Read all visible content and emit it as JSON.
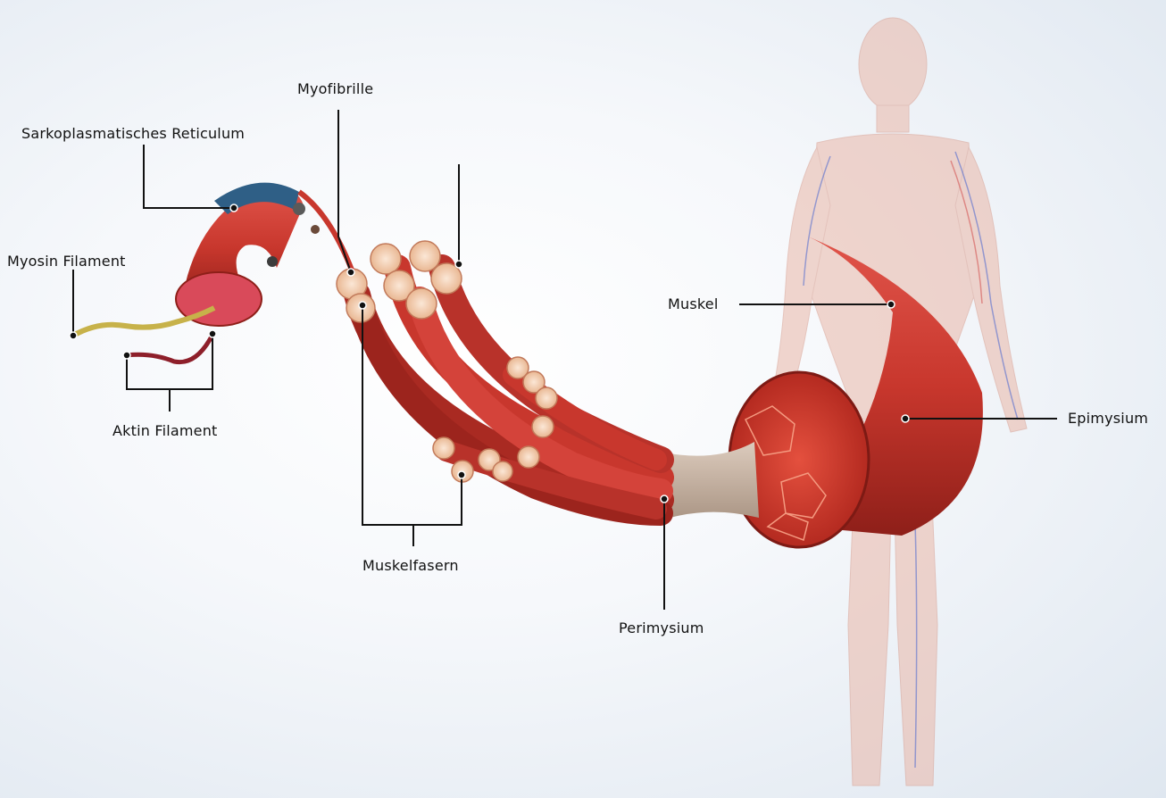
{
  "labels": {
    "myofibrille": "Myofibrille",
    "sarkoplasmatisches_reticulum": "Sarkoplasmatisches Reticulum",
    "myosin_filament": "Myosin Filament",
    "aktin_filament": "Aktin Filament",
    "muskelfasern": "Muskelfasern",
    "perimysium": "Perimysium",
    "muskel": "Muskel",
    "epimysium": "Epimysium"
  },
  "colors": {
    "muscle": "#c8372d",
    "muscle_dark": "#8e1f19",
    "reticulum": "#2f5f86",
    "myosin": "#c7b24a",
    "tendon": "#c9b6a6",
    "body": "#e9b7a8",
    "leader_line": "#111111"
  }
}
